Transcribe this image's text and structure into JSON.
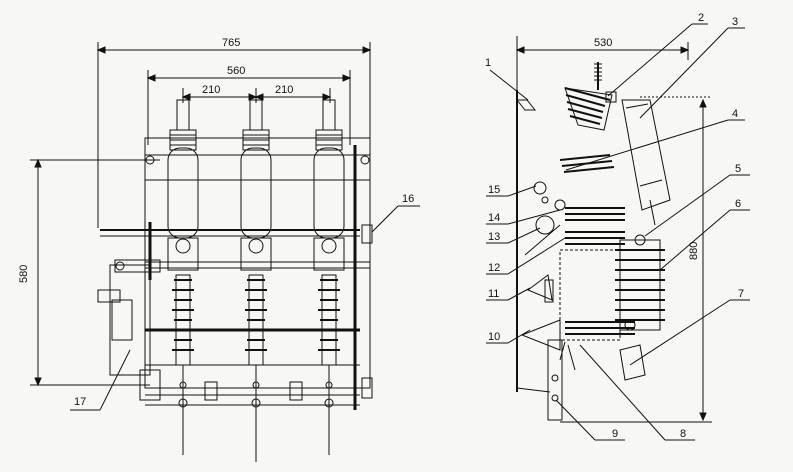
{
  "front_view": {
    "dimensions": {
      "overall_width": "765",
      "phase_span": "560",
      "pitch_left": "210",
      "pitch_right": "210",
      "height": "580"
    },
    "callouts": {
      "c16": "16",
      "c17": "17"
    }
  },
  "side_view": {
    "dimensions": {
      "depth": "530",
      "height": "880"
    },
    "callouts": {
      "c1": "1",
      "c2": "2",
      "c3": "3",
      "c4": "4",
      "c5": "5",
      "c6": "6",
      "c7": "7",
      "c8": "8",
      "c9": "9",
      "c10": "10",
      "c11": "11",
      "c12": "12",
      "c13": "13",
      "c14": "14",
      "c15": "15"
    }
  }
}
